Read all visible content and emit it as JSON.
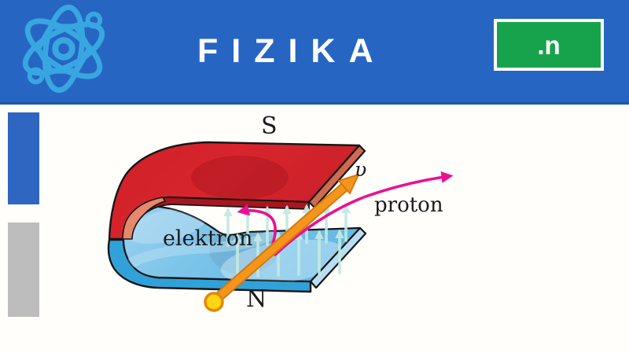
{
  "header": {
    "title": "FIZIKA",
    "badge": ".n",
    "logo_icon": "atom-icon"
  },
  "diagram": {
    "labels": {
      "south_pole": "S",
      "north_pole": "N",
      "electron": "elektron",
      "proton": "proton",
      "velocity": "υ"
    },
    "icons": {
      "field": "up-arrow-icons",
      "velocity": "orange-arrow-icon",
      "electron_path": "curved-arrow-left-icon",
      "proton_path": "curved-arrow-right-icon"
    }
  },
  "colors": {
    "header_blue": "#2765c3",
    "header_border": "#1e56ab",
    "atom_icon_blue": "#38a7e1",
    "badge_green": "#17a34c",
    "accent_bar_blue": "#2e66c1",
    "accent_bar_gray": "#bdbdbd",
    "magnet_red": "#d6242c",
    "magnet_red_dark": "#a9161e",
    "magnet_salmon": "#e5886d",
    "magnet_blue": "#7cc4e9",
    "magnet_blue_dark": "#31a2d9",
    "field_arrow_teal": "#c3e9e1",
    "velocity_orange": "#f0901c",
    "particle_magenta": "#ec0f93",
    "charge_dot_yellow": "#ffd60f",
    "label_ink": "#1b1b1b"
  }
}
